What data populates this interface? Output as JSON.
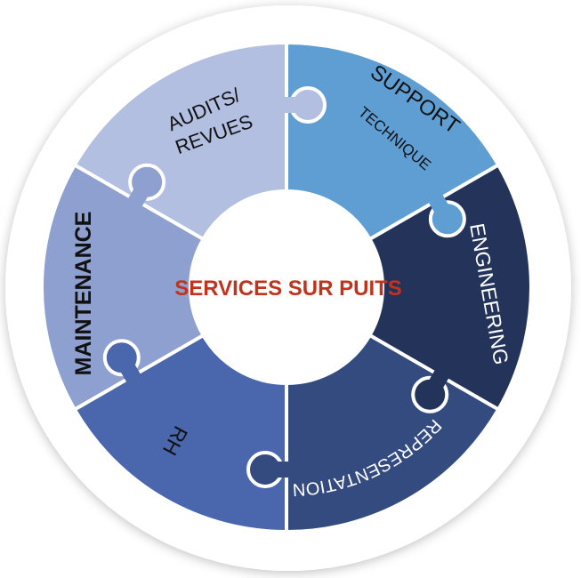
{
  "title": "SERVICES SUR PUITS",
  "colors": {
    "title": "#c0331c",
    "audits": "#b3bfe0",
    "support": "#5f9ed3",
    "engineering": "#23335a",
    "representation": "#344b80",
    "rh": "#4a67ad",
    "maintenance": "#8ea0cf"
  },
  "segments": {
    "audits": {
      "line1": "AUDITS/",
      "line2": "REVUES"
    },
    "support": {
      "line1": "SUPPORT",
      "line2": "TECHNIQUE"
    },
    "engineering": {
      "label": "ENGINEERING"
    },
    "representation": {
      "label": "REPRESENTATION"
    },
    "rh": {
      "label": "RH"
    },
    "maintenance": {
      "label": "MAINTENANCE"
    }
  }
}
